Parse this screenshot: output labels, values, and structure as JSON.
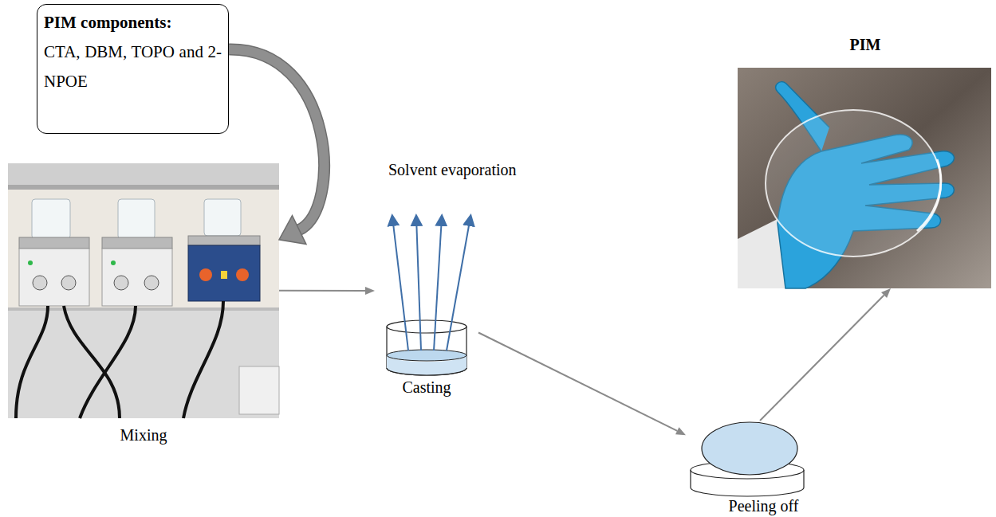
{
  "diagram": {
    "nodes": [
      {
        "text": [
          "PIM components:",
          "CTA, DBM, TOPO and 2-NPOE"
        ]
      },
      {
        "text": [
          "Mixing"
        ]
      },
      {
        "text": [
          "Casting"
        ]
      },
      {
        "text": [
          "Peeling off"
        ]
      },
      {
        "text": [
          "PIM"
        ]
      }
    ],
    "edges": [
      {
        "from": 0,
        "to": 1,
        "arrow": "to"
      },
      {
        "from": 1,
        "to": 2,
        "arrow": "to"
      },
      {
        "from": 2,
        "to": 3,
        "arrow": "to"
      },
      {
        "from": 3,
        "to": 4,
        "arrow": "to"
      }
    ],
    "labels": [
      "Solvent evaporation"
    ]
  }
}
